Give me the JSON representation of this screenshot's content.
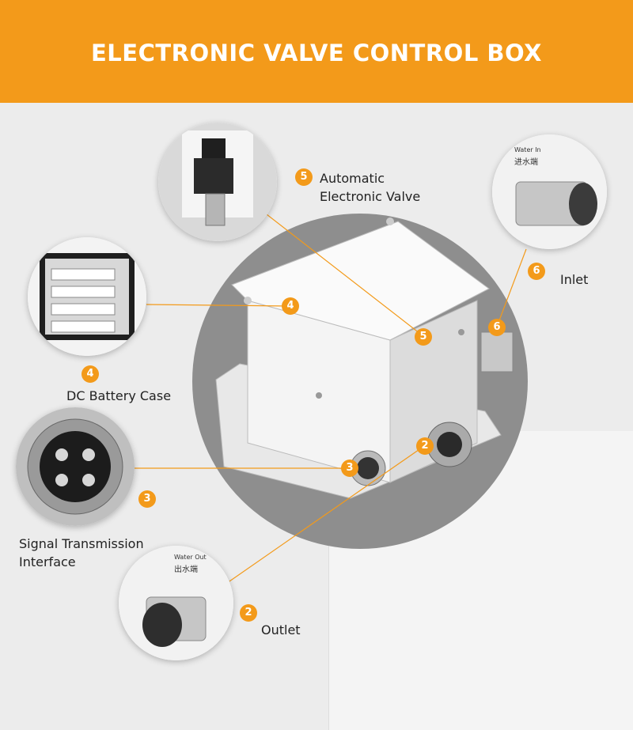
{
  "title": "ELECTRONIC VALVE CONTROL BOX",
  "parts": [
    {
      "num": "5",
      "label_lines": [
        "Automatic",
        "Electronic Valve"
      ]
    },
    {
      "num": "6",
      "label_lines": [
        "Inlet"
      ],
      "photo_text": [
        "Water In",
        "进水端"
      ]
    },
    {
      "num": "4",
      "label_lines": [
        "DC Battery Case"
      ]
    },
    {
      "num": "3",
      "label_lines": [
        "Signal Transmission",
        "Interface"
      ]
    },
    {
      "num": "2",
      "label_lines": [
        "Outlet"
      ],
      "photo_text": [
        "Water Out",
        "出水端"
      ]
    }
  ],
  "colors": {
    "accent": "#f39a1a",
    "banner_text": "#ffffff"
  }
}
